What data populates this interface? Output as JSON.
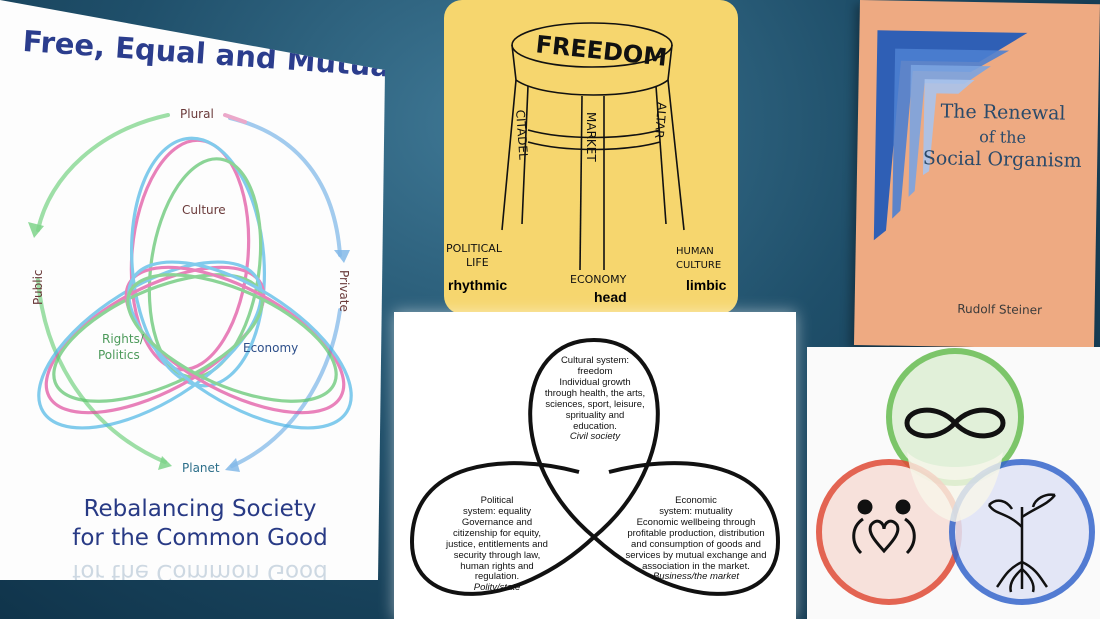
{
  "book1": {
    "title": "Free, Equal and Mutual",
    "labels": {
      "plural": "Plural",
      "culture": "Culture",
      "public": "Public",
      "private": "Private",
      "rights": "Rights/",
      "politics": "Politics",
      "economy": "Economy",
      "planet": "Planet"
    },
    "subtitle_line1": "Rebalancing Society",
    "subtitle_line2": "for the Common Good"
  },
  "stool": {
    "seat_word": "FREEDOM",
    "leg_left": "CITADEL",
    "leg_middle": "MARKET",
    "leg_right": "ALTAR",
    "label_left_1": "POLITICAL",
    "label_left_2": "LIFE",
    "label_middle": "ECONOMY",
    "label_right_1": "HUMAN",
    "label_right_2": "CULTURE",
    "bottom_left": "rhythmic",
    "bottom_middle": "head",
    "bottom_right": "limbic"
  },
  "book2": {
    "title_line1": "The Renewal",
    "title_line2": "of the",
    "title_line3": "Social Organism",
    "author": "Rudolf Steiner"
  },
  "threefold": {
    "cultural": {
      "heading1": "Cultural system:",
      "heading2": "freedom",
      "line1": "Individual growth",
      "line2": "through health, the arts,",
      "line3": "sciences, sport, leisure,",
      "line4": "sprituality and",
      "line5": "education.",
      "sector": "Civil society"
    },
    "political": {
      "heading1": "Political",
      "heading2": "system: equality",
      "line1": "Governance and",
      "line2": "citizenship for equity,",
      "line3": "justice, entitlements and",
      "line4": "security through law,",
      "line5": "human rights and",
      "line6": "regulation.",
      "sector": "Polity/state"
    },
    "economic": {
      "heading1": "Economic",
      "heading2": "system: mutuality",
      "line1": "Economic wellbeing through",
      "line2": "profitable production, distribution",
      "line3": "and consumption of goods and",
      "line4": "services by mutual exchange and",
      "line5": "association in the market.",
      "sector": "Business/the market"
    }
  },
  "colors": {
    "background": "#1f4f6a",
    "stool_bg": "#f6d66e",
    "book2_bg": "#eeaa82",
    "circle_green": "#7bc461",
    "circle_red": "#e0503a",
    "circle_blue": "#3b6fcf"
  },
  "icons": {
    "top_circle": "infinity-icon",
    "left_circle": "people-heart-icon",
    "right_circle": "tree-roots-icon"
  }
}
